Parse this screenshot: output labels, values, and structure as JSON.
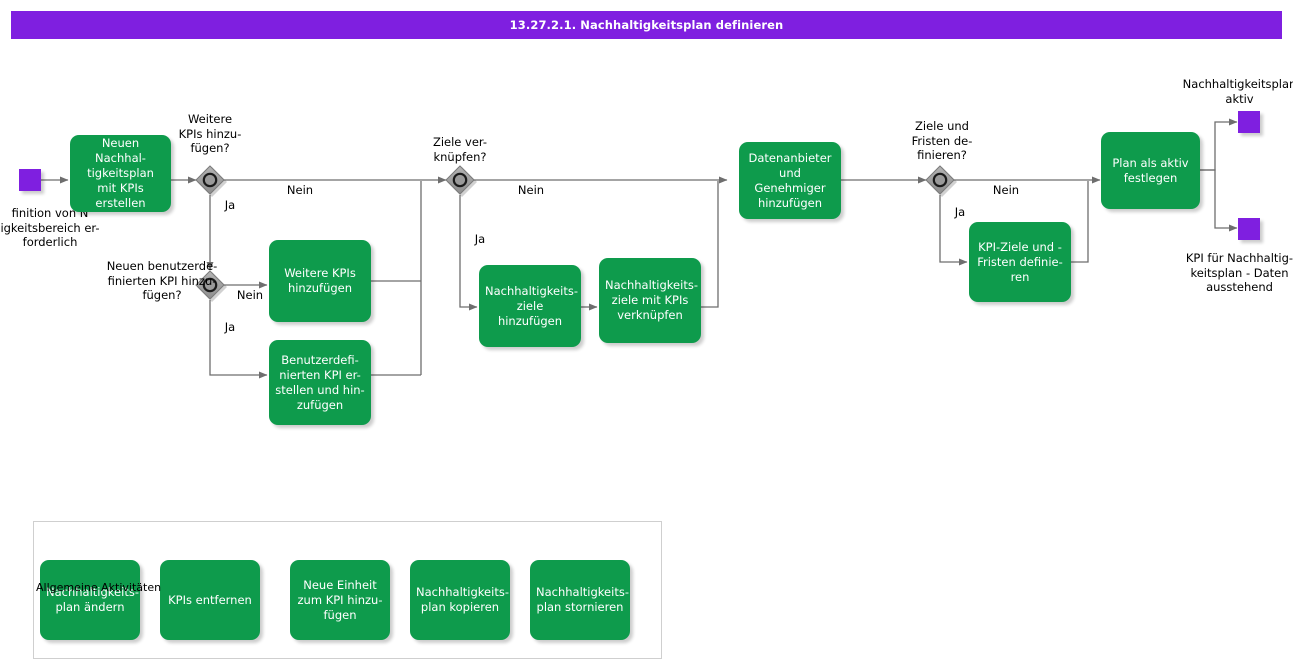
{
  "header": {
    "title": "13.27.2.1. Nachhaltigkeitsplan definieren",
    "bar_color": "#7f1fe0"
  },
  "theme": {
    "task_fill": "#0e9b4c",
    "task_text": "#ffffff",
    "event_fill": "#7f1fe0",
    "gateway_fill": "#9a9a9a",
    "connector": "#6e6e6e",
    "panel_border": "#cfcfcf",
    "label_text": "#000000"
  },
  "diagram": {
    "type": "bpmn-process-flow",
    "start_events": [
      {
        "id": "start-1",
        "name": "start-event",
        "label": "Definition von Nachhaltigkeitsbereich erforderlich",
        "label_visible": "finition von N\nigkeitsbereich er-\nforderlich",
        "clipped_at_left_edge": true
      }
    ],
    "tasks": [
      {
        "id": "t1",
        "name": "task-neuen-nachhaltigkeitsplan-mit-kpis-erstellen",
        "label": "Neuen Nachhal-\ntigkeitsplan mit\nKPIs erstellen"
      },
      {
        "id": "t2",
        "name": "task-weitere-kpis-hinzufuegen",
        "label": "Weitere KPIs\nhinzufügen"
      },
      {
        "id": "t3",
        "name": "task-benutzerdefinierten-kpi-erstellen-und-hinzufuegen",
        "label": "Benutzerdefi-\nnierten KPI er-\nstellen und hin-\nzufügen"
      },
      {
        "id": "t4",
        "name": "task-nachhaltigkeitsziele-hinzufuegen",
        "label": "Nachhaltigkeits-\nziele hinzufügen"
      },
      {
        "id": "t5",
        "name": "task-nachhaltigkeitsziele-mit-kpis-verknuepfen",
        "label": "Nachhaltigkeits-\nziele mit KPIs\nverknüpfen"
      },
      {
        "id": "t6",
        "name": "task-datenanbieter-und-genehmiger-hinzufuegen",
        "label": "Datenanbieter\nund Genehmiger\nhinzufügen"
      },
      {
        "id": "t7",
        "name": "task-kpi-ziele-und-fristen-definieren",
        "label": "KPI-Ziele und -\nFristen definie-\nren"
      },
      {
        "id": "t8",
        "name": "task-plan-als-aktiv-festlegen",
        "label": "Plan als aktiv\nfestlegen"
      }
    ],
    "gateways": [
      {
        "id": "g1",
        "name": "gateway-weitere-kpis-hinzufuegen",
        "label": "Weitere\nKPIs hinzu-\nfügen?"
      },
      {
        "id": "g2",
        "name": "gateway-neuen-benutzerdefinierten-kpi-hinzufuegen",
        "label": "Neuen benutzerde-\nfinierten KPI hinzu-\nfügen?"
      },
      {
        "id": "g3",
        "name": "gateway-ziele-verknuepfen",
        "label": "Ziele ver-\nknüpfen?"
      },
      {
        "id": "g4",
        "name": "gateway-ziele-und-fristen-definieren",
        "label": "Ziele und\nFristen de-\nfinieren?"
      }
    ],
    "flow_labels": {
      "g1_no": "Nein",
      "g1_yes": "Ja",
      "g2_no": "Nein",
      "g2_yes": "Ja",
      "g3_no": "Nein",
      "g3_yes": "Ja",
      "g4_no": "Nein",
      "g4_yes": "Ja"
    },
    "end_events": [
      {
        "id": "e1",
        "name": "end-event-nachhaltigkeitsplan-aktiv",
        "label": "Nachhaltigkeitsplan\naktiv"
      },
      {
        "id": "e2",
        "name": "end-event-kpi-daten-ausstehend",
        "label": "KPI für Nachhaltig-\nkeitsplan - Daten\nausstehend"
      }
    ]
  },
  "common_activities": {
    "title": "Allgemeine Aktivitäten",
    "items": [
      {
        "id": "c1",
        "name": "activity-nachhaltigkeitsplan-aendern",
        "label": "Nachhaltigkeits-\nplan ändern"
      },
      {
        "id": "c2",
        "name": "activity-kpis-entfernen",
        "label": "KPIs entfernen"
      },
      {
        "id": "c3",
        "name": "activity-neue-einheit-zum-kpi-hinzufuegen",
        "label": "Neue Einheit\nzum KPI hinzu-\nfügen"
      },
      {
        "id": "c4",
        "name": "activity-nachhaltigkeitsplan-kopieren",
        "label": "Nachhaltigkeits-\nplan kopieren"
      },
      {
        "id": "c5",
        "name": "activity-nachhaltigkeitsplan-stornieren",
        "label": "Nachhaltigkeits-\nplan stornieren"
      }
    ]
  }
}
